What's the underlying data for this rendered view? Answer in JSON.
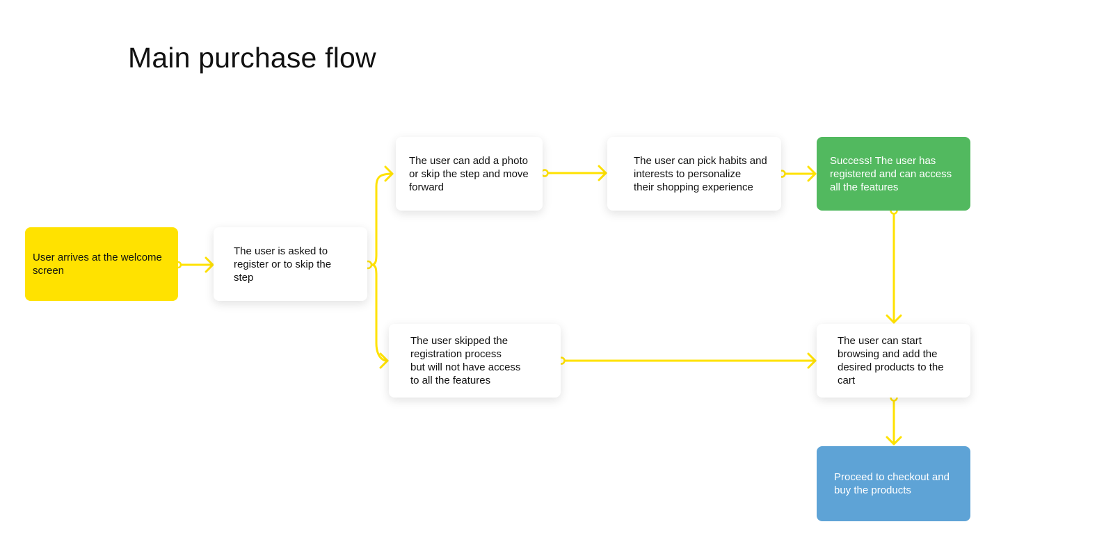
{
  "diagram": {
    "title": "Main purchase flow",
    "accent_color": "#FFE200",
    "nodes": {
      "welcome": {
        "label": "User arrives at the welcome\nscreen",
        "color": "#FFE200"
      },
      "register": {
        "label": "The user is asked to\nregister or to skip the\nstep",
        "color": "#FFFFFF"
      },
      "photo": {
        "label": "The user can add a photo\nor skip the step and move\nforward",
        "color": "#FFFFFF"
      },
      "habits": {
        "label": "The user can pick habits and\ninterests to personalize\ntheir shopping experience",
        "color": "#FFFFFF"
      },
      "success": {
        "label": "Success! The user has\nregistered and can access\nall the features",
        "color": "#52B95F"
      },
      "skipped": {
        "label": "The user skipped the\nregistration process\nbut will not have access\nto all the features",
        "color": "#FFFFFF"
      },
      "browse": {
        "label": "The user can start\nbrowsing and add the\ndesired  products to the\ncart",
        "color": "#FFFFFF"
      },
      "checkout": {
        "label": "Proceed to checkout and\nbuy the products",
        "color": "#5EA3D6"
      }
    },
    "edges": [
      {
        "from": "welcome",
        "to": "register"
      },
      {
        "from": "register",
        "to": "photo"
      },
      {
        "from": "register",
        "to": "skipped"
      },
      {
        "from": "photo",
        "to": "habits"
      },
      {
        "from": "habits",
        "to": "success"
      },
      {
        "from": "success",
        "to": "browse"
      },
      {
        "from": "skipped",
        "to": "browse"
      },
      {
        "from": "browse",
        "to": "checkout"
      }
    ]
  }
}
